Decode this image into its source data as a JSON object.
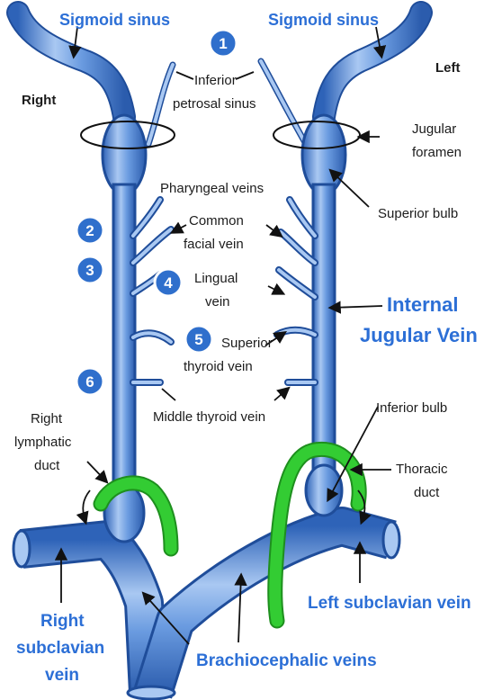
{
  "labels": {
    "sigmoid_left": "Sigmoid sinus",
    "sigmoid_right": "Sigmoid sinus",
    "side_right": "Right",
    "side_left": "Left",
    "inferior_petrosal_1": "Inferior",
    "inferior_petrosal_2": "petrosal sinus",
    "jugular_foramen_1": "Jugular",
    "jugular_foramen_2": "foramen",
    "pharyngeal": "Pharyngeal veins",
    "superior_bulb": "Superior bulb",
    "common_facial_1": "Common",
    "common_facial_2": "facial vein",
    "lingual_1": "Lingual",
    "lingual_2": "vein",
    "ijv_1": "Internal",
    "ijv_2": "Jugular Vein",
    "superior_thyroid_1": "Superior",
    "superior_thyroid_2": "thyroid vein",
    "middle_thyroid": "Middle thyroid vein",
    "inferior_bulb": "Inferior bulb",
    "right_lymphatic_1": "Right",
    "right_lymphatic_2": "lymphatic",
    "right_lymphatic_3": "duct",
    "thoracic_1": "Thoracic",
    "thoracic_2": "duct",
    "left_subclavian": "Left subclavian vein",
    "right_subclavian_1": "Right",
    "right_subclavian_2": "subclavian",
    "right_subclavian_3": "vein",
    "brachiocephalic": "Brachiocephalic veins"
  },
  "numbers": [
    "1",
    "2",
    "3",
    "4",
    "5",
    "6"
  ],
  "colors": {
    "vein": "#5b8ed8",
    "vein_highlight": "#a9c8f2",
    "vein_outline": "#1f4d9a",
    "badge": "#2f6fcc",
    "lymph": "#33cc33",
    "label_blue": "#2c6fd6"
  }
}
